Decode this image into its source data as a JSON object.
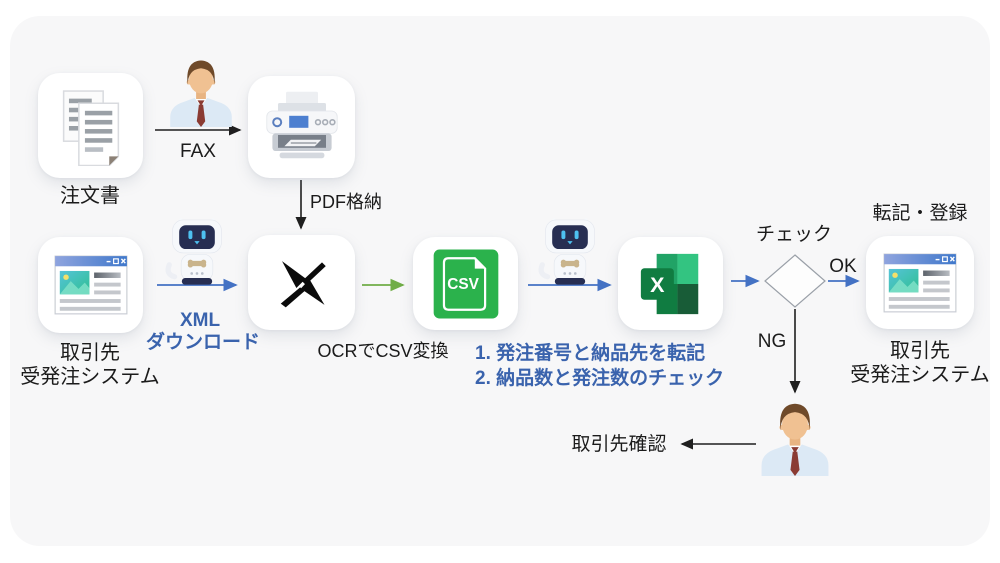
{
  "colors": {
    "arrow_blue": "#4472C4",
    "arrow_green": "#70AD47",
    "arrow_black": "#1f1f1f",
    "text_blue": "#3a63ad",
    "csv_green": "#2BB24C",
    "excel_front": "#107C41",
    "panel_bg": "#f7f7f8"
  },
  "nodes": {
    "order_doc": {
      "label": "注文書"
    },
    "printer": {},
    "browser_left": {
      "label1": "取引先",
      "label2": "受発注システム"
    },
    "xlogo": {
      "label": "OCRでCSV変換"
    },
    "csv": {
      "badge": "CSV"
    },
    "excel": {
      "letter": "X"
    },
    "decision": {
      "label": "チェック",
      "ok": "OK",
      "ng": "NG"
    },
    "browser_right": {
      "title": "転記・登録",
      "label1": "取引先",
      "label2": "受発注システム"
    },
    "confirm_person": {
      "label": "取引先確認"
    }
  },
  "edges": {
    "fax": "FAX",
    "pdf": "PDF格納",
    "xml_line1": "XML",
    "xml_line2": "ダウンロード"
  },
  "notes": {
    "item1": "1.  発注番号と納品先を転記",
    "item2": "2.  納品数と発注数のチェック"
  }
}
